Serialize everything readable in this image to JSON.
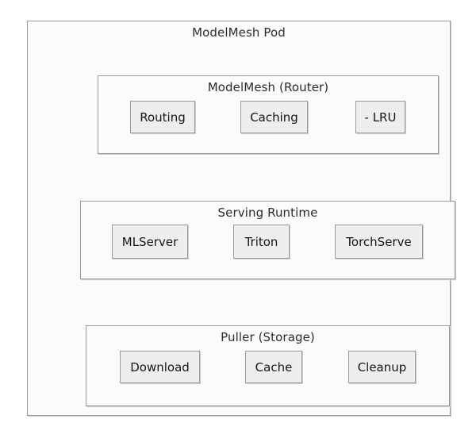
{
  "diagram": {
    "type": "nested-block-diagram",
    "colors": {
      "page_background": "#ffffff",
      "container_fill": "#fbfbfb",
      "leaf_fill": "#eeeeee",
      "border": "#9a9a9a",
      "text": "#141414",
      "title_text": "#2b2b2b"
    },
    "pod": {
      "title": "ModelMesh Pod",
      "groups": [
        {
          "id": "router",
          "title": "ModelMesh (Router)",
          "items": [
            {
              "label": "Routing"
            },
            {
              "label": "Caching"
            },
            {
              "label": "- LRU"
            }
          ]
        },
        {
          "id": "runtime",
          "title": "Serving Runtime",
          "items": [
            {
              "label": "MLServer"
            },
            {
              "label": "Triton"
            },
            {
              "label": "TorchServe"
            }
          ]
        },
        {
          "id": "puller",
          "title": "Puller (Storage)",
          "items": [
            {
              "label": "Download"
            },
            {
              "label": "Cache"
            },
            {
              "label": "Cleanup"
            }
          ]
        }
      ]
    }
  }
}
